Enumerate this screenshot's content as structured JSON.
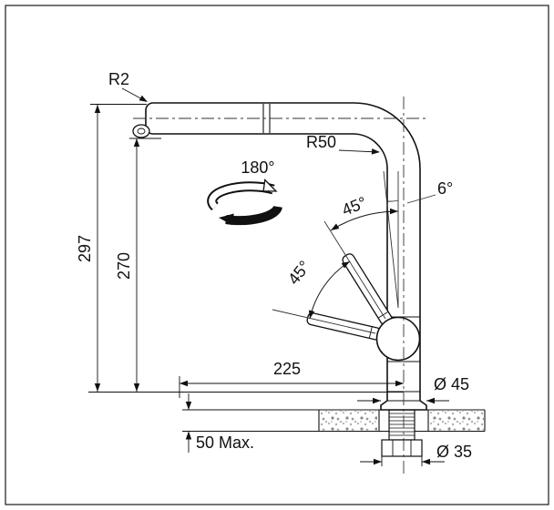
{
  "drawing": {
    "title": "faucet-dimension-drawing",
    "labels": {
      "corner_radius": "R2",
      "bend_radius": "R50",
      "swivel_angle": "180°",
      "tilt_angle": "6°",
      "lever_angle_upper": "45°",
      "lever_angle_lower": "45°",
      "height_total": "297",
      "height_outlet": "270",
      "reach": "225",
      "base_diameter": "Ø 45",
      "counter_max_thickness": "50 Max.",
      "hole_diameter": "Ø 35"
    },
    "colors": {
      "line": "#111111",
      "hatch_dot": "#999999",
      "background": "#ffffff"
    }
  }
}
